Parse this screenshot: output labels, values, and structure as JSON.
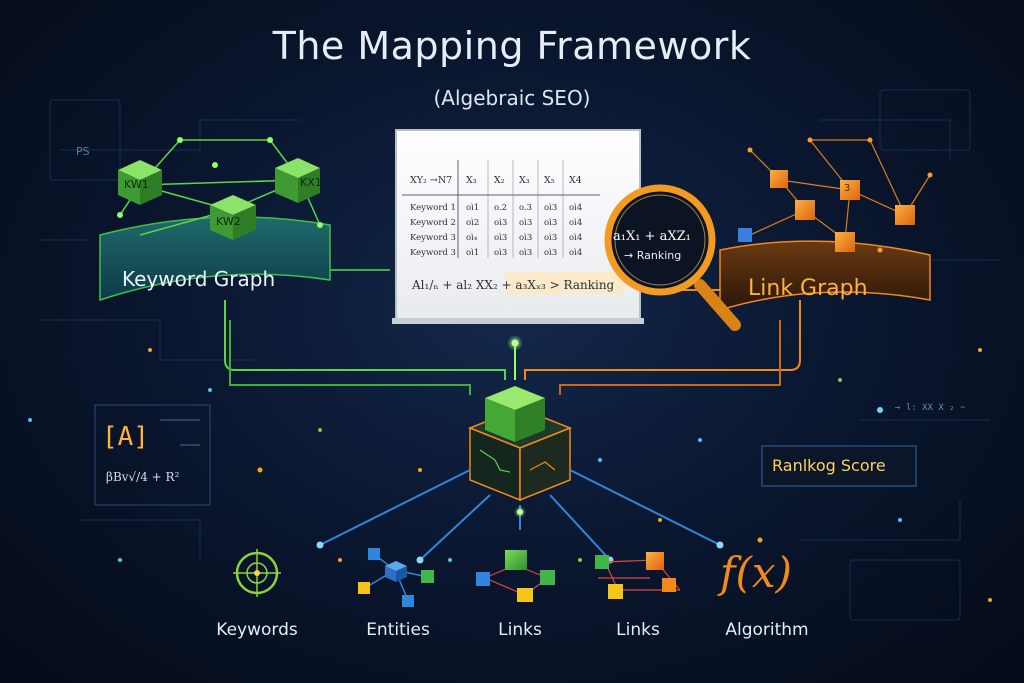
{
  "title": "The Mapping Framework",
  "subtitle": "(Algebraic SEO)",
  "keyword_graph": {
    "label": "Keyword Graph",
    "nodes": [
      "KW1",
      "KW2",
      "KX1"
    ]
  },
  "link_graph": {
    "label": "Link Graph",
    "node_label": "3"
  },
  "matrix": {
    "headers": [
      "XY₂ →N7",
      "X₃",
      "X₂",
      "X₃",
      "X₅",
      "X4"
    ],
    "rows": [
      [
        "Keyword 1",
        "oì1",
        "o.2",
        "o.3",
        "oì3",
        "oì4"
      ],
      [
        "Keyword 2",
        "oì2",
        "oì3",
        "oì3",
        "oì3",
        "oì4"
      ],
      [
        "Keyword 3",
        "oì₄",
        "oì3",
        "oì3",
        "oì3",
        "oì4"
      ],
      [
        "Keyword 3",
        "oì1",
        "oì3",
        "oì3",
        "oì3",
        "oì4"
      ]
    ],
    "formula": "Al₁/ₙ + al₂ XX₂ + a₃Xₓ₃ > Ranking"
  },
  "magnifier": {
    "formula": "a₁X₁ + aXZ₁",
    "label": "→ Ranking"
  },
  "left_panel": {
    "bracket_text": "[A]",
    "formula": "βBv√/4 + R²",
    "ps_label": "PS"
  },
  "ranking_score": "Ranlkog Score",
  "right_code": "→ l: XX  X ₂  ~",
  "bottom_items": [
    {
      "label": "Keywords",
      "icon": "target-icon"
    },
    {
      "label": "Entities",
      "icon": "entity-network-icon"
    },
    {
      "label": "Links",
      "icon": "cube-network-icon"
    },
    {
      "label": "Links",
      "icon": "link-network-icon"
    },
    {
      "label": "Algorithm",
      "icon": "function-icon",
      "symbol": "f(x)"
    }
  ],
  "colors": {
    "green": "#3fbf4a",
    "orange": "#f08a1c",
    "blue": "#2e86de",
    "background": "#07101f"
  }
}
